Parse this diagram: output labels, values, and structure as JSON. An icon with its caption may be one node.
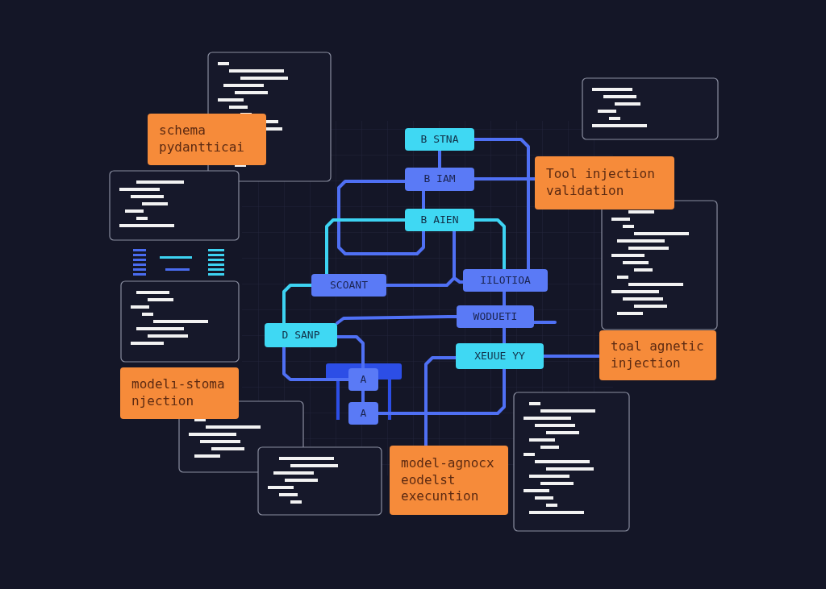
{
  "diagram": {
    "nodes": [
      {
        "text": [
          "schema pydantticai"
        ]
      },
      {
        "text": [
          "B STNA"
        ]
      },
      {
        "text": [
          "B IAM"
        ]
      },
      {
        "text": [
          "Tool injection validation"
        ]
      },
      {
        "text": [
          "B AIEN"
        ]
      },
      {
        "text": [
          "SCOANT"
        ]
      },
      {
        "text": [
          "IILOTIOA"
        ]
      },
      {
        "text": [
          "WODUETI"
        ]
      },
      {
        "text": [
          "D SANP"
        ]
      },
      {
        "text": [
          "toal agnetic injection"
        ]
      },
      {
        "text": [
          "XEUUE YY"
        ]
      },
      {
        "text": [
          "A"
        ]
      },
      {
        "text": [
          "A"
        ]
      },
      {
        "text": [
          "modelı-stoma njection"
        ]
      },
      {
        "text": [
          "model-agnocx eodelst execuntion"
        ]
      }
    ],
    "edges": [
      {
        "from": 1,
        "to": 2,
        "arrow": "none"
      },
      {
        "from": 1,
        "to": 6,
        "arrow": "none"
      },
      {
        "from": 2,
        "to": 3,
        "arrow": "none"
      },
      {
        "from": 2,
        "to": 4,
        "arrow": "none"
      },
      {
        "from": 2,
        "to": 4,
        "arrow": "none"
      },
      {
        "from": 4,
        "to": 5,
        "arrow": "none",
        "color": "#3dd3f2"
      },
      {
        "from": 4,
        "to": 6,
        "arrow": "none",
        "color": "#3dd3f2"
      },
      {
        "from": 4,
        "to": 5,
        "arrow": "none"
      },
      {
        "from": 4,
        "to": 6,
        "arrow": "none"
      },
      {
        "from": 6,
        "to": 7,
        "arrow": "none"
      },
      {
        "from": 5,
        "to": 8,
        "arrow": "none",
        "color": "#3dd3f2"
      },
      {
        "from": 8,
        "to": 7,
        "arrow": "none"
      },
      {
        "from": 7,
        "to": null,
        "arrow": "none"
      },
      {
        "from": 7,
        "to": 10,
        "arrow": "none"
      },
      {
        "from": 10,
        "to": 9,
        "arrow": "none"
      },
      {
        "from": 8,
        "to": 11,
        "arrow": "none"
      },
      {
        "from": 8,
        "to": 11,
        "arrow": "none"
      },
      {
        "from": 11,
        "to": 12,
        "arrow": "none"
      },
      {
        "from": 12,
        "to": 10,
        "arrow": "none"
      },
      {
        "from": 10,
        "to": 14,
        "arrow": "none"
      }
    ]
  }
}
